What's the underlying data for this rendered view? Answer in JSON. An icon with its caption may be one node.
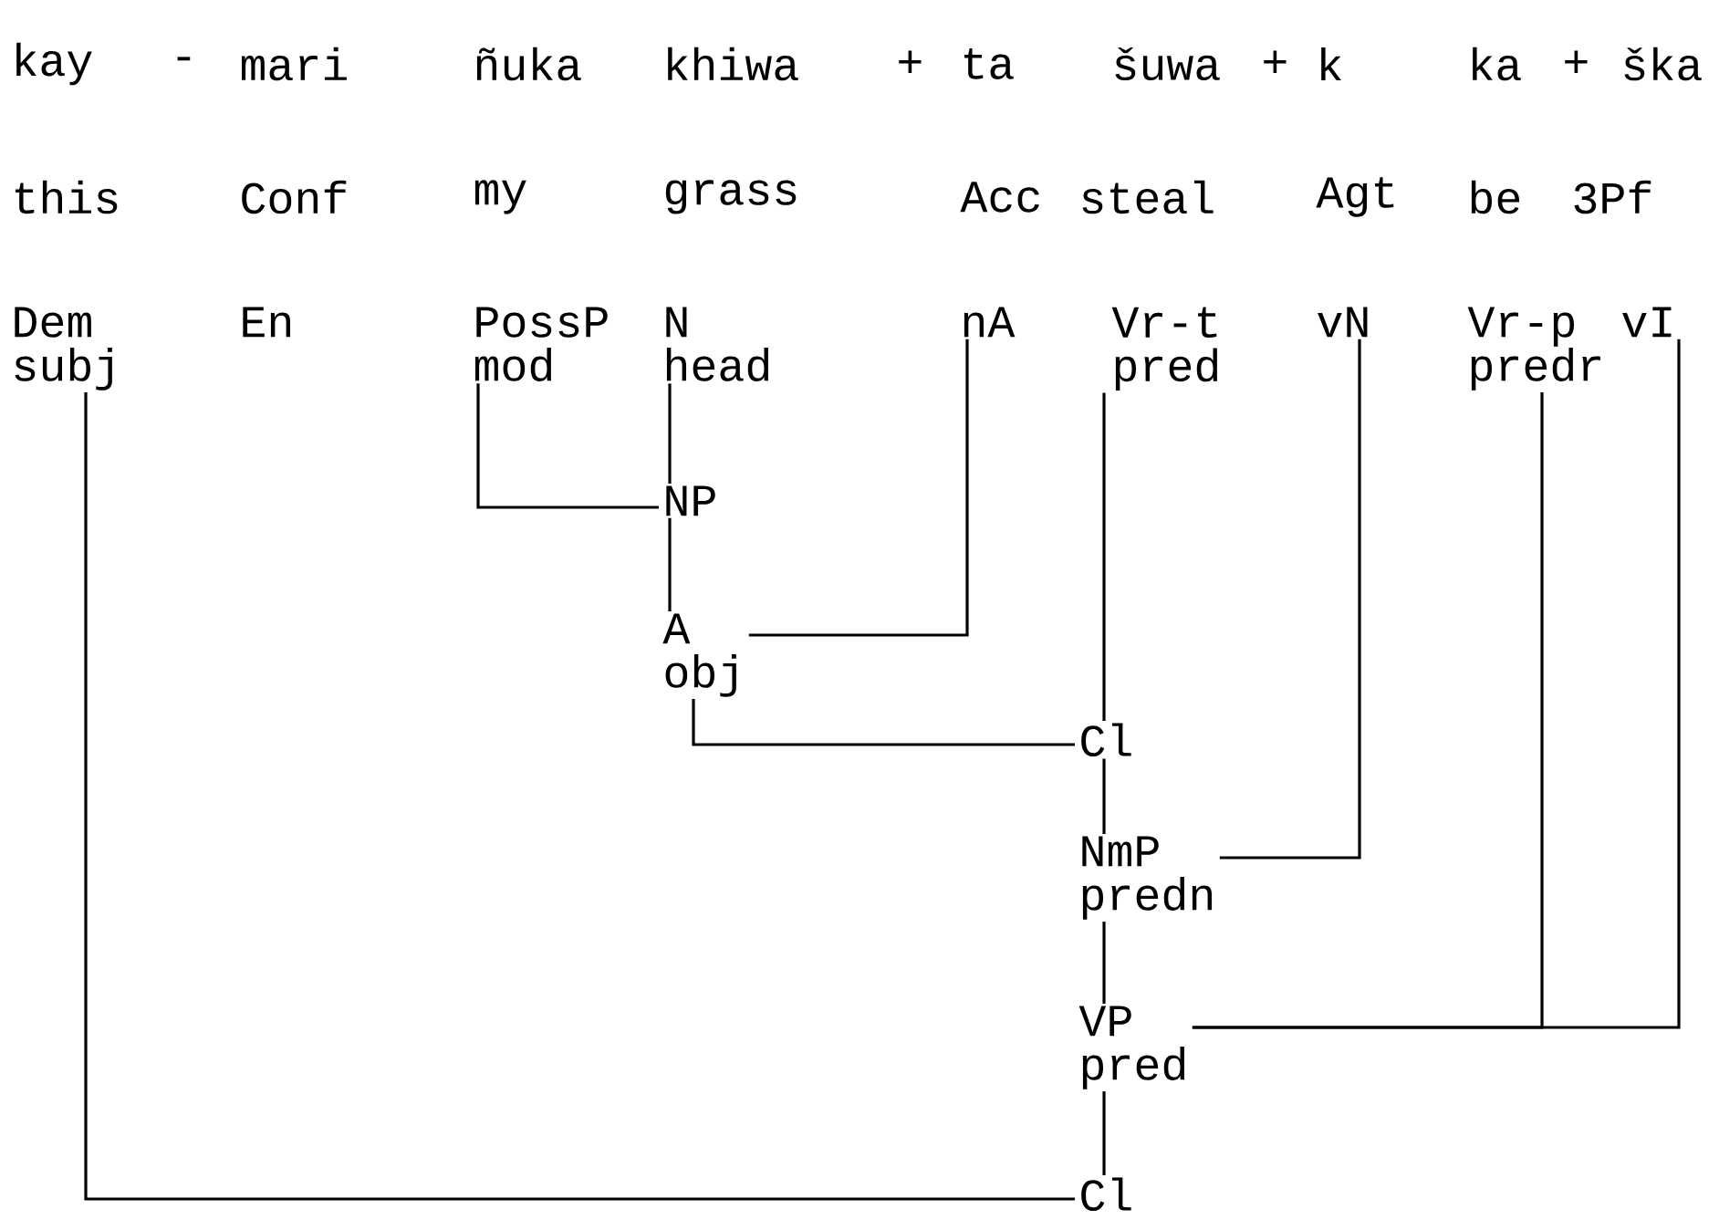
{
  "diagram": {
    "nodes": [
      {
        "text": [
          "Dem",
          "subj"
        ]
      },
      {
        "text": [
          "En"
        ]
      },
      {
        "text": [
          "PossP",
          "mod"
        ]
      },
      {
        "text": [
          "N",
          "head"
        ]
      },
      {
        "text": [
          "nA"
        ]
      },
      {
        "text": [
          "Vr-t",
          "pred"
        ]
      },
      {
        "text": [
          "vN"
        ]
      },
      {
        "text": [
          "Vr-p",
          "predr"
        ]
      },
      {
        "text": [
          "vI"
        ]
      },
      {
        "text": [
          "NP"
        ]
      },
      {
        "text": [
          "A",
          "obj"
        ]
      },
      {
        "text": [
          "Cl"
        ]
      },
      {
        "text": [
          "NmP",
          "predn"
        ]
      },
      {
        "text": [
          "VP",
          "pred"
        ]
      },
      {
        "text": [
          "Cl"
        ]
      }
    ],
    "edges": [
      {
        "from": 0,
        "to": 14,
        "arrow": "none"
      },
      {
        "from": 2,
        "to": 9,
        "arrow": "none"
      },
      {
        "from": 3,
        "to": 9,
        "arrow": "none"
      },
      {
        "from": 9,
        "to": 10,
        "arrow": "none"
      },
      {
        "from": 4,
        "to": 10,
        "arrow": "none"
      },
      {
        "from": 10,
        "to": 11,
        "arrow": "none"
      },
      {
        "from": 5,
        "to": 11,
        "arrow": "none"
      },
      {
        "from": 11,
        "to": 12,
        "arrow": "none"
      },
      {
        "from": 6,
        "to": 12,
        "arrow": "none"
      },
      {
        "from": 12,
        "to": 13,
        "arrow": "none"
      },
      {
        "from": 7,
        "to": 13,
        "arrow": "none"
      },
      {
        "from": 8,
        "to": 13,
        "arrow": "none"
      },
      {
        "from": 13,
        "to": 14,
        "arrow": "none"
      }
    ],
    "labels": [
      "kay",
      "-",
      "mari",
      "ñuka",
      "khiwa",
      "+",
      "ta",
      "šuwa",
      "+",
      "k",
      "ka",
      "+",
      "ška",
      "this",
      "Conf",
      "my",
      "grass",
      "Acc",
      "steal",
      "Agt",
      "be",
      "3Pf"
    ]
  }
}
